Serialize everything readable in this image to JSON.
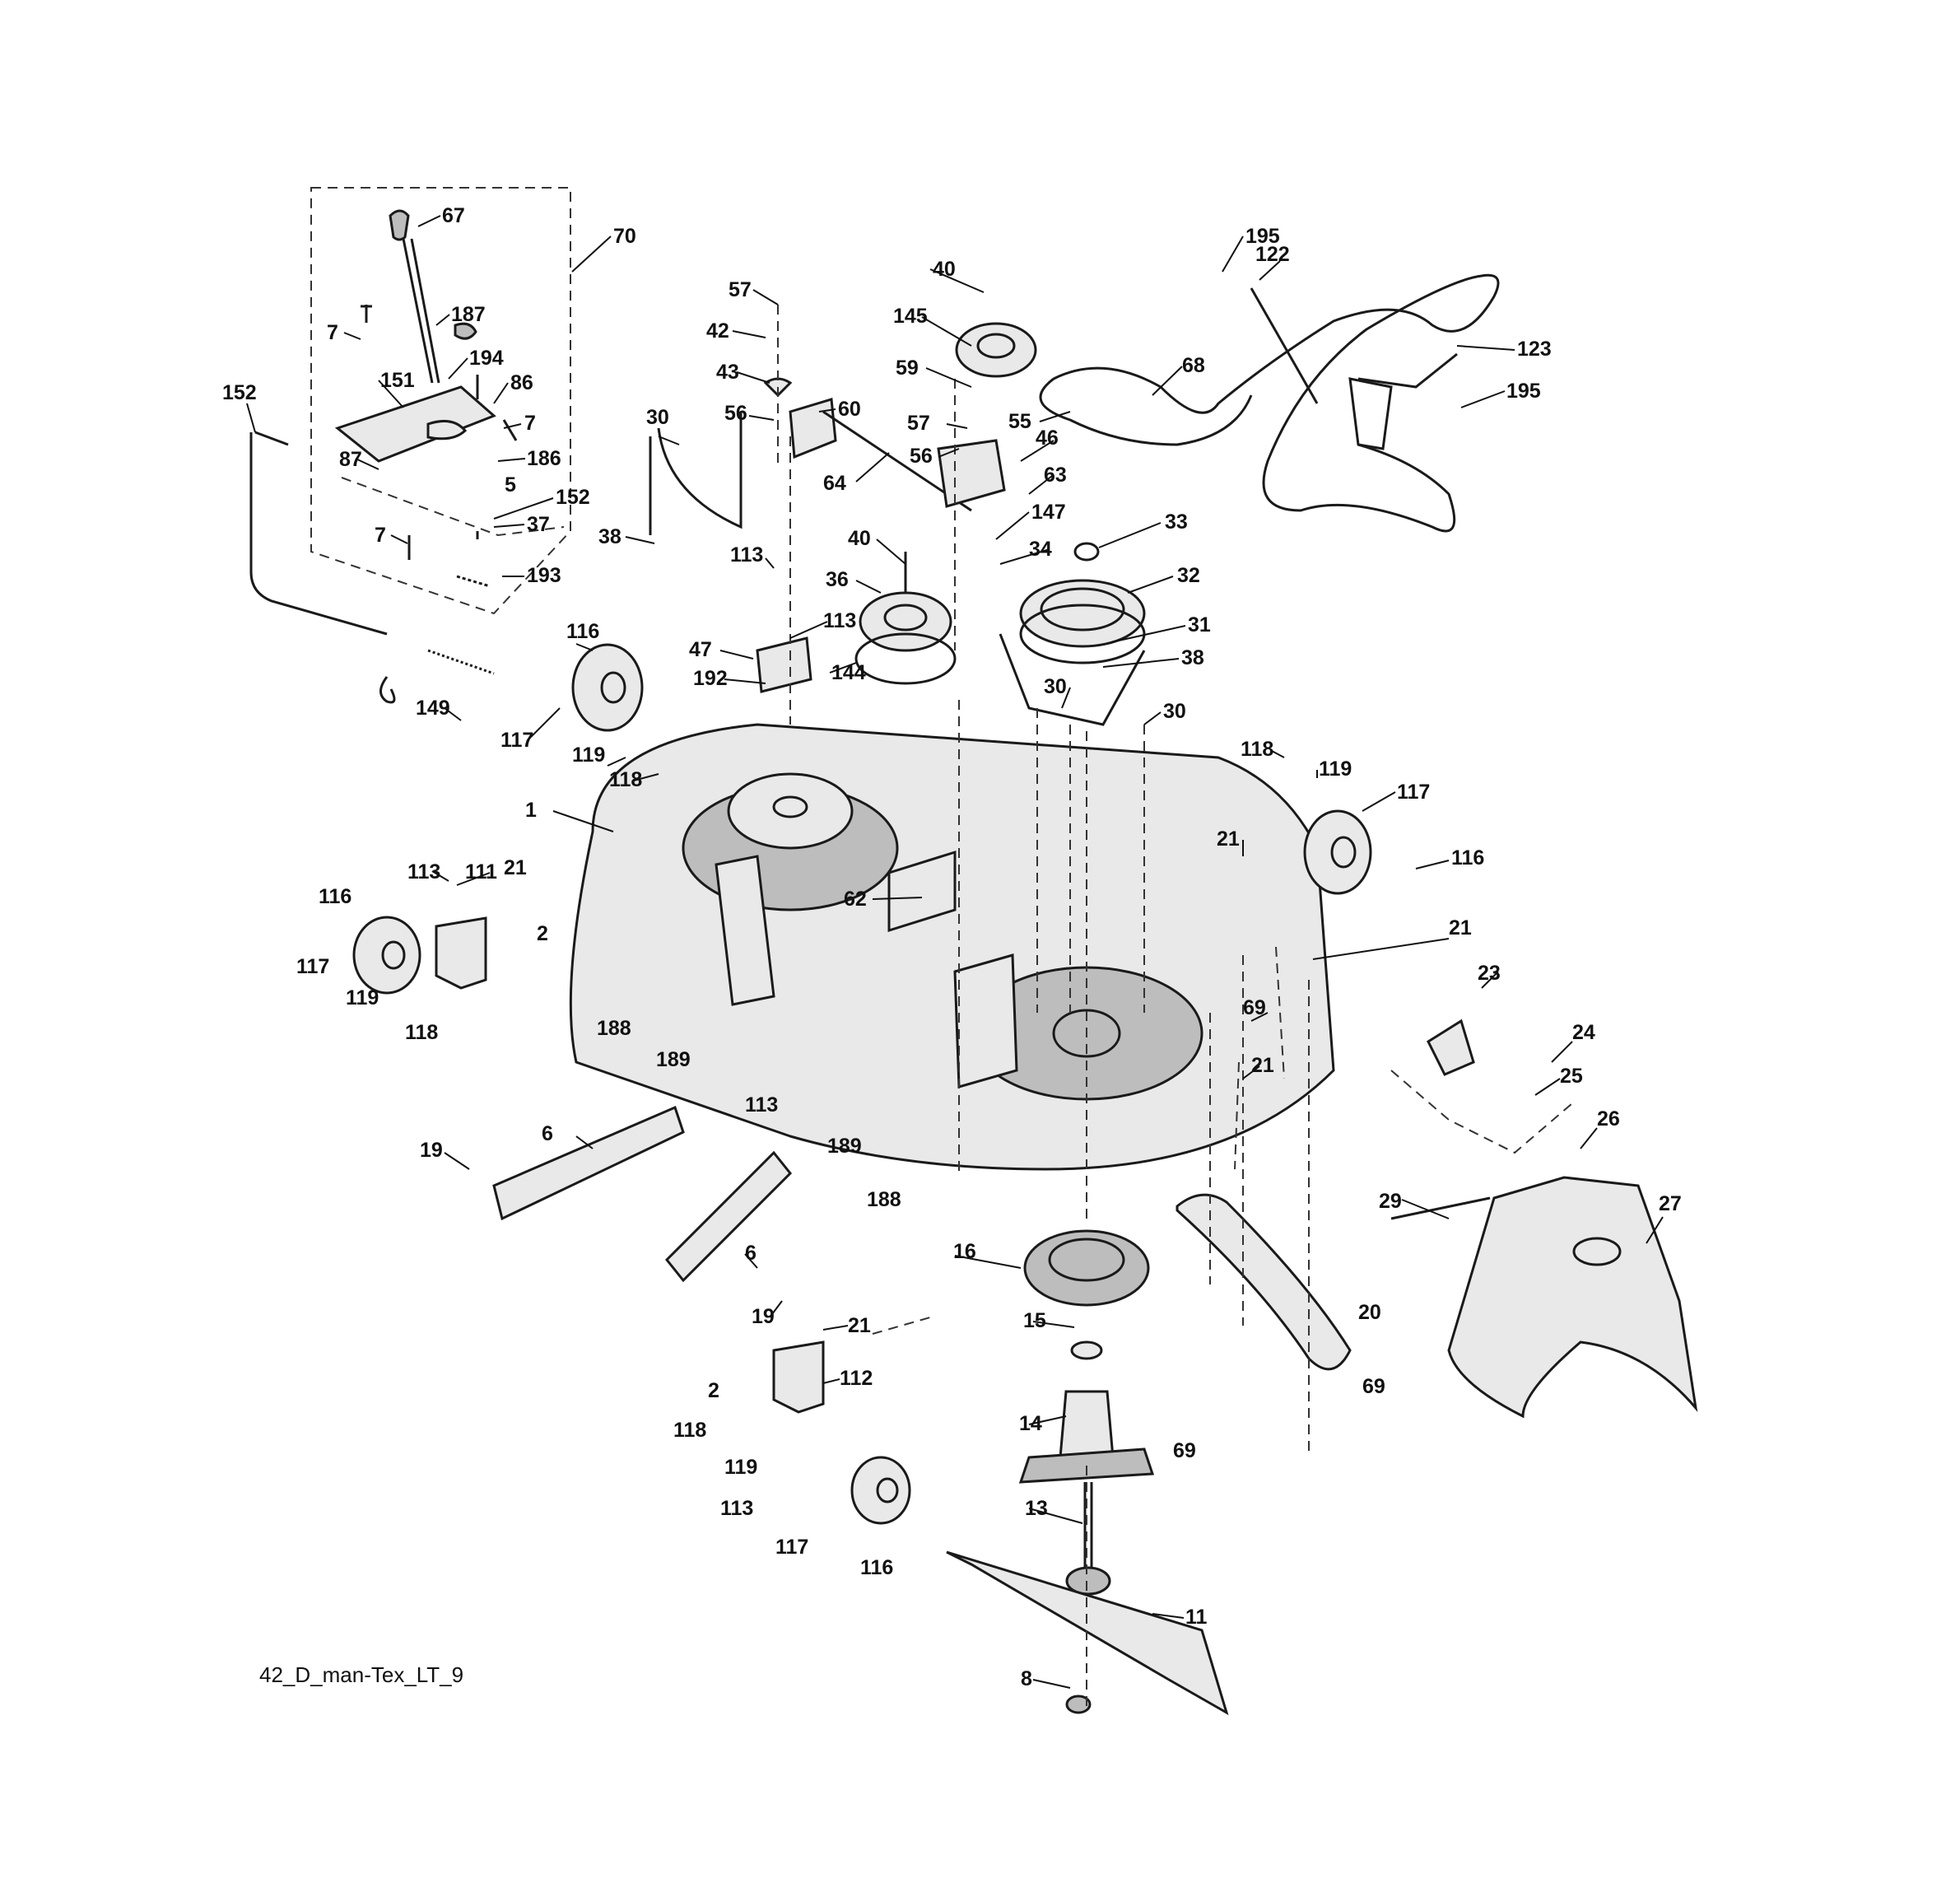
{
  "diagram": {
    "drawing_code": "42_D_man-Tex_LT_9",
    "callouts": [
      "67",
      "70",
      "187",
      "7",
      "194",
      "86",
      "151",
      "7",
      "87",
      "186",
      "5",
      "152",
      "152",
      "37",
      "7",
      "193",
      "57",
      "42",
      "43",
      "60",
      "56",
      "64",
      "40",
      "145",
      "59",
      "57",
      "55",
      "56",
      "46",
      "63",
      "147",
      "34",
      "195",
      "122",
      "68",
      "123",
      "195",
      "30",
      "38",
      "113",
      "113",
      "47",
      "192",
      "144",
      "40",
      "36",
      "33",
      "32",
      "31",
      "38",
      "30",
      "30",
      "116",
      "117",
      "119",
      "118",
      "149",
      "1",
      "62",
      "118",
      "119",
      "117",
      "21",
      "116",
      "113",
      "111",
      "21",
      "2",
      "116",
      "117",
      "119",
      "118",
      "188",
      "189",
      "113",
      "189",
      "188",
      "21",
      "69",
      "21",
      "23",
      "24",
      "25",
      "26",
      "29",
      "27",
      "6",
      "19",
      "6",
      "19",
      "16",
      "15",
      "14",
      "13",
      "11",
      "8",
      "21",
      "112",
      "2",
      "118",
      "119",
      "113",
      "117",
      "116",
      "20",
      "69",
      "69"
    ]
  }
}
